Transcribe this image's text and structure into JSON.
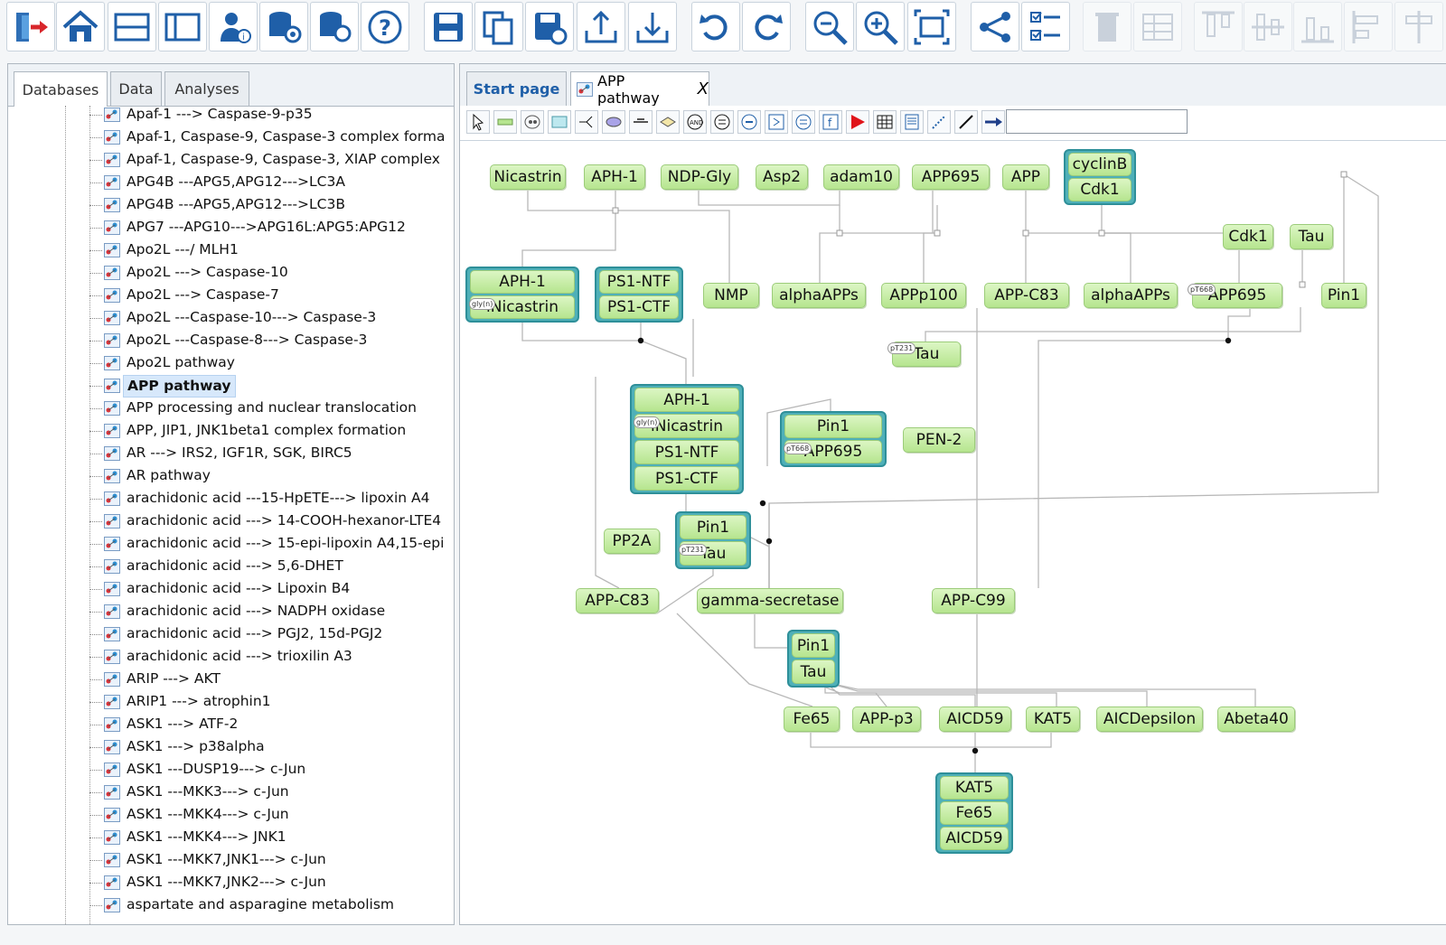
{
  "toolbar": {
    "buttons": [
      {
        "icon": "exit-icon",
        "enabled": true
      },
      {
        "icon": "home-icon",
        "enabled": true
      },
      {
        "icon": "layout-split-icon",
        "enabled": true
      },
      {
        "icon": "layout-single-icon",
        "enabled": true
      },
      {
        "icon": "user-info-icon",
        "enabled": true
      },
      {
        "icon": "database-settings-icon",
        "enabled": true
      },
      {
        "icon": "database-search-icon",
        "enabled": true
      },
      {
        "icon": "help-icon",
        "enabled": true
      },
      {
        "icon": "save-icon",
        "enabled": true
      },
      {
        "icon": "copy-icon",
        "enabled": true
      },
      {
        "icon": "save-as-icon",
        "enabled": true
      },
      {
        "icon": "export-icon",
        "enabled": true
      },
      {
        "icon": "import-icon",
        "enabled": true
      },
      {
        "icon": "undo-icon",
        "enabled": true
      },
      {
        "icon": "redo-icon",
        "enabled": true
      },
      {
        "icon": "zoom-out-icon",
        "enabled": true
      },
      {
        "icon": "zoom-in-icon",
        "enabled": true
      },
      {
        "icon": "fit-to-screen-icon",
        "enabled": true
      },
      {
        "icon": "share-icon",
        "enabled": true
      },
      {
        "icon": "checklist-icon",
        "enabled": true
      },
      {
        "icon": "delete-icon",
        "enabled": false
      },
      {
        "icon": "table-icon",
        "enabled": false
      },
      {
        "icon": "align-top-icon",
        "enabled": false
      },
      {
        "icon": "align-center-icon",
        "enabled": false
      },
      {
        "icon": "align-bottom-icon",
        "enabled": false
      },
      {
        "icon": "align-left-icon",
        "enabled": false
      },
      {
        "icon": "align-middle-icon",
        "enabled": false
      }
    ]
  },
  "left_tabs": [
    "Databases",
    "Data",
    "Analyses"
  ],
  "tree_items": [
    "Apaf-1 ---> Caspase-9-p35",
    "Apaf-1, Caspase-9, Caspase-3 complex forma",
    "Apaf-1, Caspase-9, Caspase-3, XIAP complex",
    "APG4B ---APG5,APG12--->LC3A",
    "APG4B ---APG5,APG12--->LC3B",
    "APG7 ---APG10--->APG16L:APG5:APG12",
    "Apo2L ---/ MLH1",
    "Apo2L ---> Caspase-10",
    "Apo2L ---> Caspase-7",
    "Apo2L ---Caspase-10---> Caspase-3",
    "Apo2L ---Caspase-8---> Caspase-3",
    "Apo2L pathway",
    "APP pathway",
    "APP processing and nuclear translocation",
    "APP, JIP1, JNK1beta1 complex formation",
    "AR ---> IRS2, IGF1R, SGK, BIRC5",
    "AR pathway",
    "arachidonic acid ---15-HpETE---> lipoxin A4",
    "arachidonic acid ---> 14-COOH-hexanor-LTE4",
    "arachidonic acid ---> 15-epi-lipoxin A4,15-epi",
    "arachidonic acid ---> 5,6-DHET",
    "arachidonic acid ---> Lipoxin B4",
    "arachidonic acid ---> NADPH oxidase",
    "arachidonic acid ---> PGJ2, 15d-PGJ2",
    "arachidonic acid ---> trioxilin A3",
    "ARIP ---> AKT",
    "ARIP1 ---> atrophin1",
    "ASK1 ---> ATF-2",
    "ASK1 ---> p38alpha",
    "ASK1 ---DUSP19---> c-Jun",
    "ASK1 ---MKK3---> c-Jun",
    "ASK1 ---MKK4---> c-Jun",
    "ASK1 ---MKK4---> JNK1",
    "ASK1 ---MKK7,JNK1---> c-Jun",
    "ASK1 ---MKK7,JNK2---> c-Jun",
    "aspartate and asparagine metabolism"
  ],
  "selected_item": "APP pathway",
  "right_tabs": {
    "start": "Start page",
    "doc": "APP pathway",
    "close": "X"
  },
  "edit_tools": [
    "select-icon",
    "reaction-icon",
    "complex-icon",
    "compartment-icon",
    "branch-icon",
    "protein-icon",
    "gene-icon",
    "rna-icon",
    "and-gate-icon",
    "or-gate-icon",
    "not-gate-icon",
    "process-icon",
    "omitted-icon",
    "function-icon",
    "run-icon",
    "grid-icon",
    "report-icon",
    "dotted-edge-icon",
    "solid-edge-icon",
    "arrow-edge-icon"
  ],
  "diagram": {
    "nodes": {
      "n_nicastrin": "Nicastrin",
      "n_aph1": "APH-1",
      "n_ndpgly": "NDP-Gly",
      "n_asp2": "Asp2",
      "n_adam10": "adam10",
      "n_app695": "APP695",
      "n_app": "APP",
      "n_cdk1": "Cdk1",
      "n_tau": "Tau",
      "n_nmp": "NMP",
      "n_alphaapps1": "alphaAPPs",
      "n_appp100": "APPp100",
      "n_appc83a": "APP-C83",
      "n_alphaapps2": "alphaAPPs",
      "n_app695b": "APP695",
      "n_pin1": "Pin1",
      "n_taup": "Tau",
      "n_pen2": "PEN-2",
      "n_pp2a": "PP2A",
      "n_appc83b": "APP-C83",
      "n_gsec": "gamma-secretase",
      "n_appc99": "APP-C99",
      "n_fe65": "Fe65",
      "n_appp3": "APP-p3",
      "n_aicd59": "AICD59",
      "n_kat5": "KAT5",
      "n_aicdeps": "AICDepsilon",
      "n_abeta40": "Abeta40"
    },
    "complexes": {
      "c_cyclin": [
        "cyclinB",
        "Cdk1"
      ],
      "c_aph": [
        "APH-1",
        "iNicastrin"
      ],
      "c_ps1": [
        "PS1-NTF",
        "PS1-CTF"
      ],
      "c_gamma": [
        "APH-1",
        "iNicastrin",
        "PS1-NTF",
        "PS1-CTF"
      ],
      "c_pinapp": [
        "Pin1",
        "APP695"
      ],
      "c_pintau": [
        "Pin1",
        "Tau"
      ],
      "c_pintau2": [
        "Pin1",
        "Tau"
      ],
      "c_kat": [
        "KAT5",
        "Fe65",
        "AICD59"
      ]
    },
    "modifications": {
      "glyn": "gly(n)",
      "pt668": "pT668",
      "pt231": "pT231"
    }
  }
}
